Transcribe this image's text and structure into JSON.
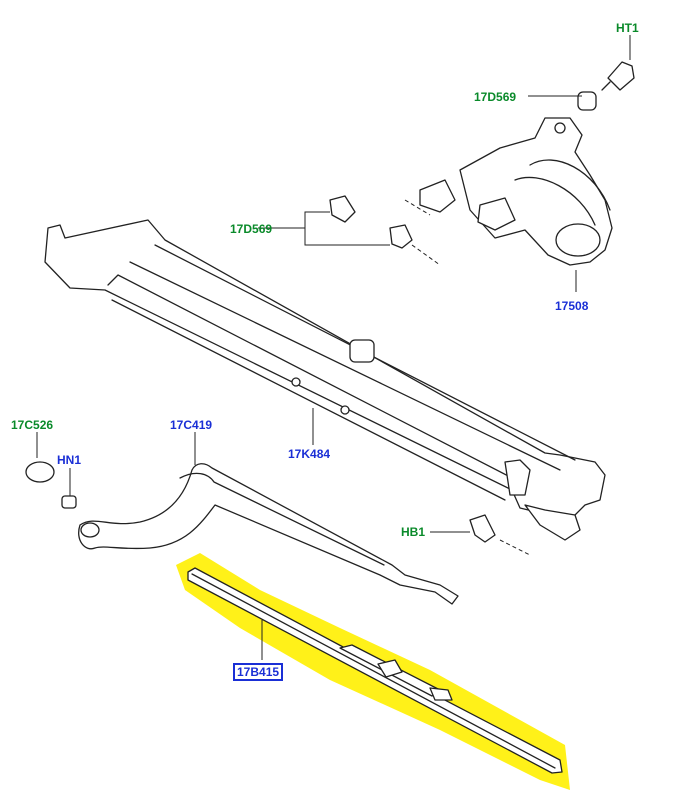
{
  "colors": {
    "green_label": "#0a8a2a",
    "blue_label": "#1a2fd6",
    "highlight": "#fff000",
    "line": "#222222"
  },
  "labels": {
    "ht1": "HT1",
    "d569_top": "17D569",
    "d569_mid": "17D569",
    "k17508": "17508",
    "c526": "17C526",
    "hn1": "HN1",
    "c419": "17C419",
    "k484": "17K484",
    "hb1": "HB1",
    "b415": "17B415"
  }
}
